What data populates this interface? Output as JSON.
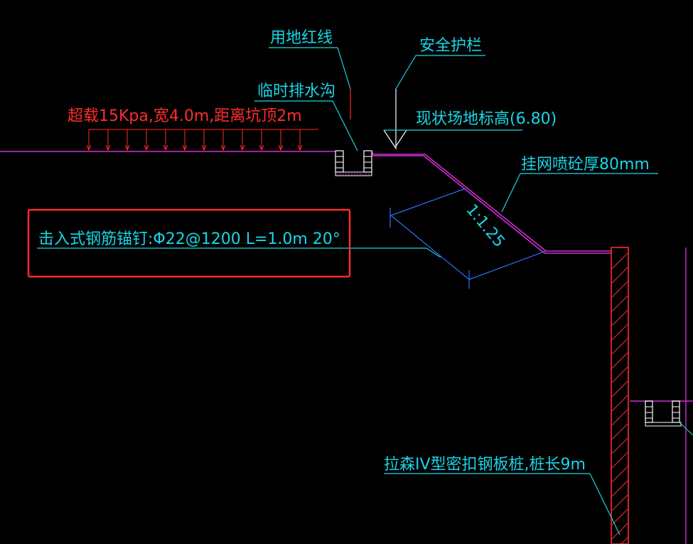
{
  "colors": {
    "background": "#000000",
    "cyan": "#19d6e6",
    "blue": "#2f6fff",
    "magenta": "#d030d0",
    "red": "#ff2d2d",
    "white": "#ffffff"
  },
  "labels": {
    "property_line": "用地红线",
    "safety_rail": "安全护栏",
    "drain_ditch": "临时排水沟",
    "site_elevation": "现状场地标高(6.80)",
    "surcharge": "超载15Kpa,宽4.0m,距离坑顶2m",
    "shotcrete": "挂网喷砼厚80mm",
    "slope_ratio": "1:1.25",
    "soil_nail": "击入式钢筋锚钉:Φ22@1200   L=1.0m  20°",
    "sheet_pile": "拉森IV型密扣钢板桩,桩长9m"
  }
}
